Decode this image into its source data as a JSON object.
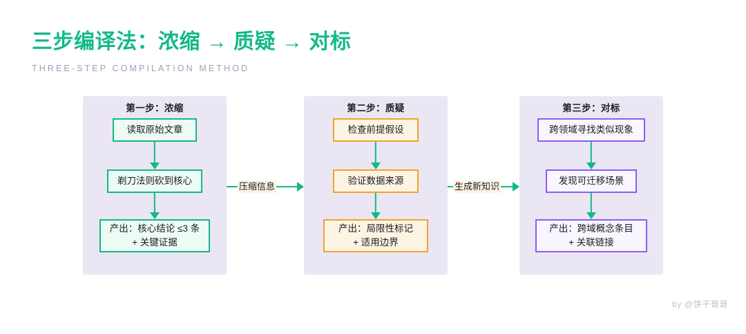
{
  "header": {
    "title": "三步编译法：浓缩 → 质疑 → 对标",
    "subtitle": "THREE-STEP COMPILATION METHOD"
  },
  "colors": {
    "accent_teal": "#13b988",
    "accent_orange": "#f0a32c",
    "accent_purple": "#8b5cf6",
    "panel_bg": "#ebe6f3",
    "page_bg": "#ffffff",
    "subtitle_gray": "#9aa3b8",
    "footer_gray": "#b9c0d4"
  },
  "columns": [
    {
      "title": "第一步：浓缩",
      "theme": "teal",
      "nodes": [
        "读取原始文章",
        "剃刀法则砍到核心",
        "产出：核心结论 ≤3 条\n+ 关键证据"
      ]
    },
    {
      "title": "第二步：质疑",
      "theme": "orange",
      "nodes": [
        "检查前提假设",
        "验证数据来源",
        "产出：局限性标记\n+ 适用边界"
      ]
    },
    {
      "title": "第三步：对标",
      "theme": "purple",
      "nodes": [
        "跨领域寻找类似现象",
        "发现可迁移场景",
        "产出：跨域概念条目\n+ 关联链接"
      ]
    }
  ],
  "connectors": [
    {
      "label": "压缩信息"
    },
    {
      "label": "生成新知识"
    }
  ],
  "footer": {
    "attribution": "by @饼干哥哥"
  }
}
